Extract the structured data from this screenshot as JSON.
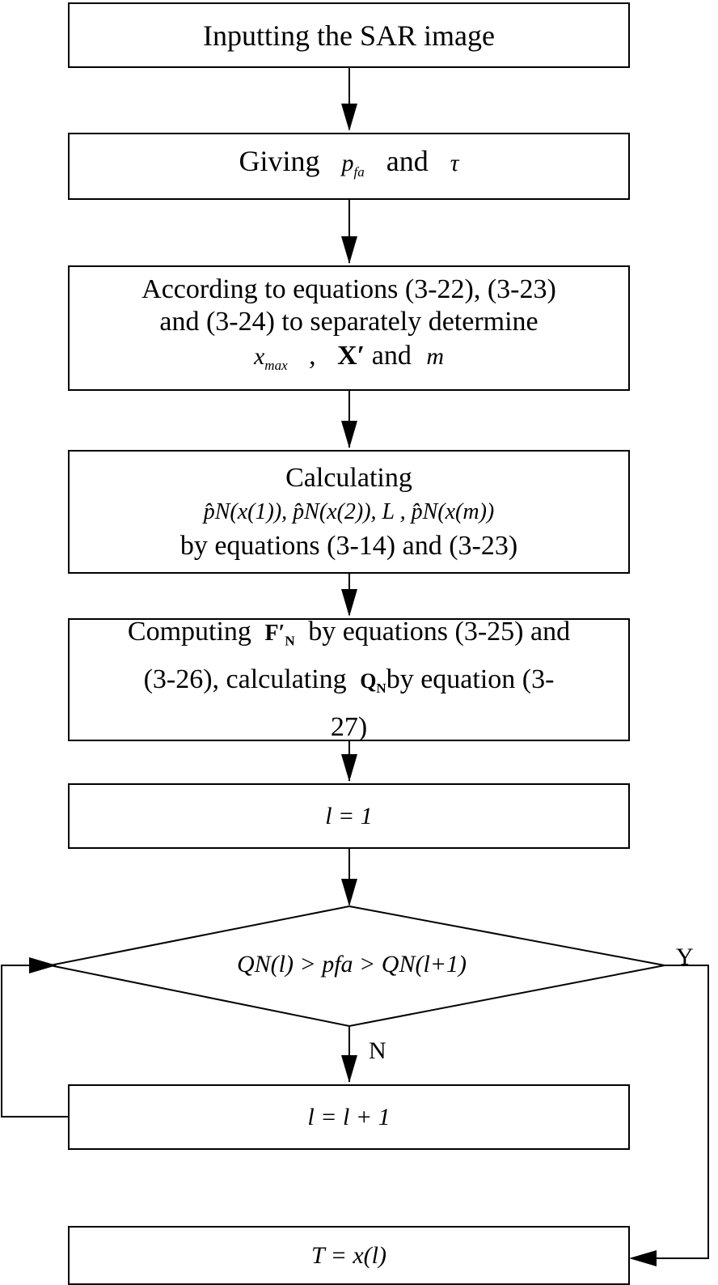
{
  "flowchart": {
    "nodes": {
      "input": {
        "text": "Inputting the SAR image"
      },
      "giving": {
        "prefix": "Giving",
        "p": "p",
        "p_sub": "fa",
        "and": "and",
        "tau": "τ"
      },
      "determine": {
        "line1": "According to equations (3-22), (3-23)",
        "line2": "and (3-24) to separately determine",
        "x": "x",
        "x_sub": "max",
        "comma": ",",
        "X": "X′",
        "and": "and",
        "m": "m"
      },
      "calculate": {
        "line1": "Calculating",
        "formula": "p̂N(x(1)), p̂N(x(2)), L , p̂N(x(m))",
        "line3": "by equations (3-14) and (3-23)"
      },
      "compute": {
        "part1": "Computing",
        "F": "F′",
        "F_sub": "N",
        "part2": "by equations (3-25) and",
        "part3": "(3-26), calculating",
        "Q": "Q",
        "Q_sub": "N",
        "part4": "by equation (3-",
        "part5": "27)"
      },
      "init": {
        "text": "l = 1"
      },
      "decision": {
        "text": "QN(l) > pfa > QN(l+1)"
      },
      "increment": {
        "text": "l = l + 1"
      },
      "result": {
        "text": "T = x(l)"
      }
    },
    "edges": {
      "yes_label": "Y",
      "no_label": "N"
    }
  }
}
